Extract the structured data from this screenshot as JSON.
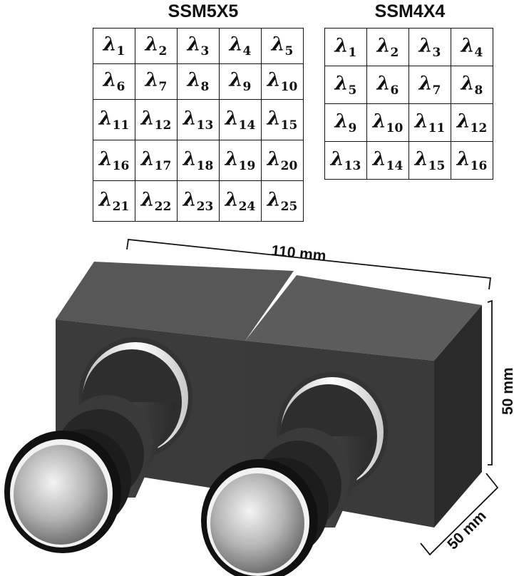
{
  "grids": [
    {
      "title": "SSM5X5",
      "rows": 5,
      "cols": 5
    },
    {
      "title": "SSM4X4",
      "rows": 4,
      "cols": 4
    }
  ],
  "cell_symbol": "λ",
  "dimensions": {
    "width": "110 mm",
    "height": "50 mm",
    "depth": "50 mm"
  },
  "colors": {
    "housing_front": "#3a3a3a",
    "housing_top": "#5a5a5a",
    "lens_ring": "#e8e8e8",
    "lens_glass": "#b8b8b8"
  }
}
